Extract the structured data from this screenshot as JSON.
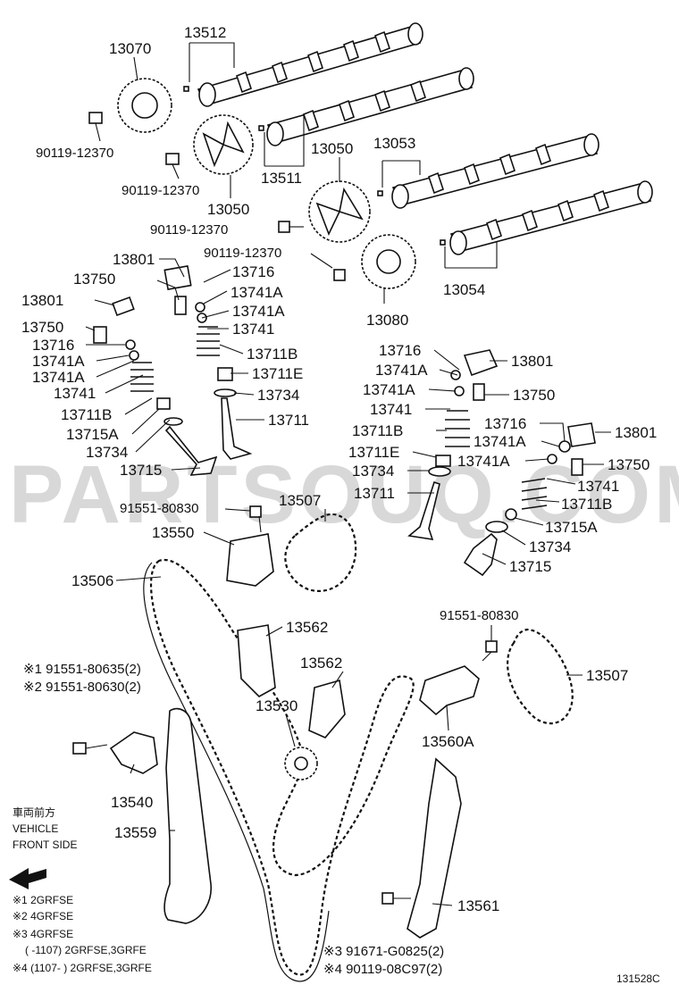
{
  "watermark": "PARTSOUQ.COM",
  "diagram_code": "131528C",
  "labels": {
    "l13070": "13070",
    "l13512": "13512",
    "l90119a": "90119-12370",
    "l90119b": "90119-12370",
    "l13050a": "13050",
    "l13511": "13511",
    "l13050b": "13050",
    "l13053": "13053",
    "l90119c": "90119-12370",
    "l90119d": "90119-12370",
    "l13054": "13054",
    "l13080": "13080",
    "l13801a": "13801",
    "l13750a": "13750",
    "l13716a": "13716",
    "l13741Aa": "13741A",
    "l13741Ab": "13741A",
    "l13741a": "13741",
    "l13711Ba": "13711B",
    "l13711Ea": "13711E",
    "l13734a": "13734",
    "l13711a": "13711",
    "l13801b": "13801",
    "l13750b": "13750",
    "l13716b": "13716",
    "l13741Ac": "13741A",
    "l13741Ad": "13741A",
    "l13741b": "13741",
    "l13711Bb": "13711B",
    "l13715Aa": "13715A",
    "l13734b": "13734",
    "l13715a": "13715",
    "l13716c": "13716",
    "l13741Ae": "13741A",
    "l13801c": "13801",
    "l13741Af": "13741A",
    "l13750c": "13750",
    "l13741c": "13741",
    "l13711Bc": "13711B",
    "l13711Eb": "13711E",
    "l13734c": "13734",
    "l13711b": "13711",
    "l13716d": "13716",
    "l13801d": "13801",
    "l13741Ag": "13741A",
    "l13741Ah": "13741A",
    "l13750d": "13750",
    "l13741d": "13741",
    "l13711Bd": "13711B",
    "l13715Ab": "13715A",
    "l13734d": "13734",
    "l13715b": "13715",
    "l91551a": "91551-80830",
    "l13507a": "13507",
    "l13550": "13550",
    "l13506": "13506",
    "l13562a": "13562",
    "l91551b": "91551-80830",
    "l13507b": "13507",
    "l13562b": "13562",
    "l13530": "13530",
    "l13560A": "13560A",
    "l13540": "13540",
    "l13559": "13559",
    "l13561": "13561",
    "l91551c": "※1 91551-80635(2)",
    "l91551d": "※2 91551-80630(2)",
    "l91671": "※3 91671-G0825(2)",
    "l90119e": "※4 90119-08C97(2)"
  },
  "legend": {
    "front_jp": "車両前方",
    "front_en1": "VEHICLE",
    "front_en2": "FRONT SIDE",
    "n1": "※1 2GRFSE",
    "n2": "※2 4GRFSE",
    "n3": "※3 4GRFSE",
    "n3b": "(    -1107) 2GRFSE,3GRFE",
    "n4": "※4 (1107-     ) 2GRFSE,3GRFE"
  }
}
